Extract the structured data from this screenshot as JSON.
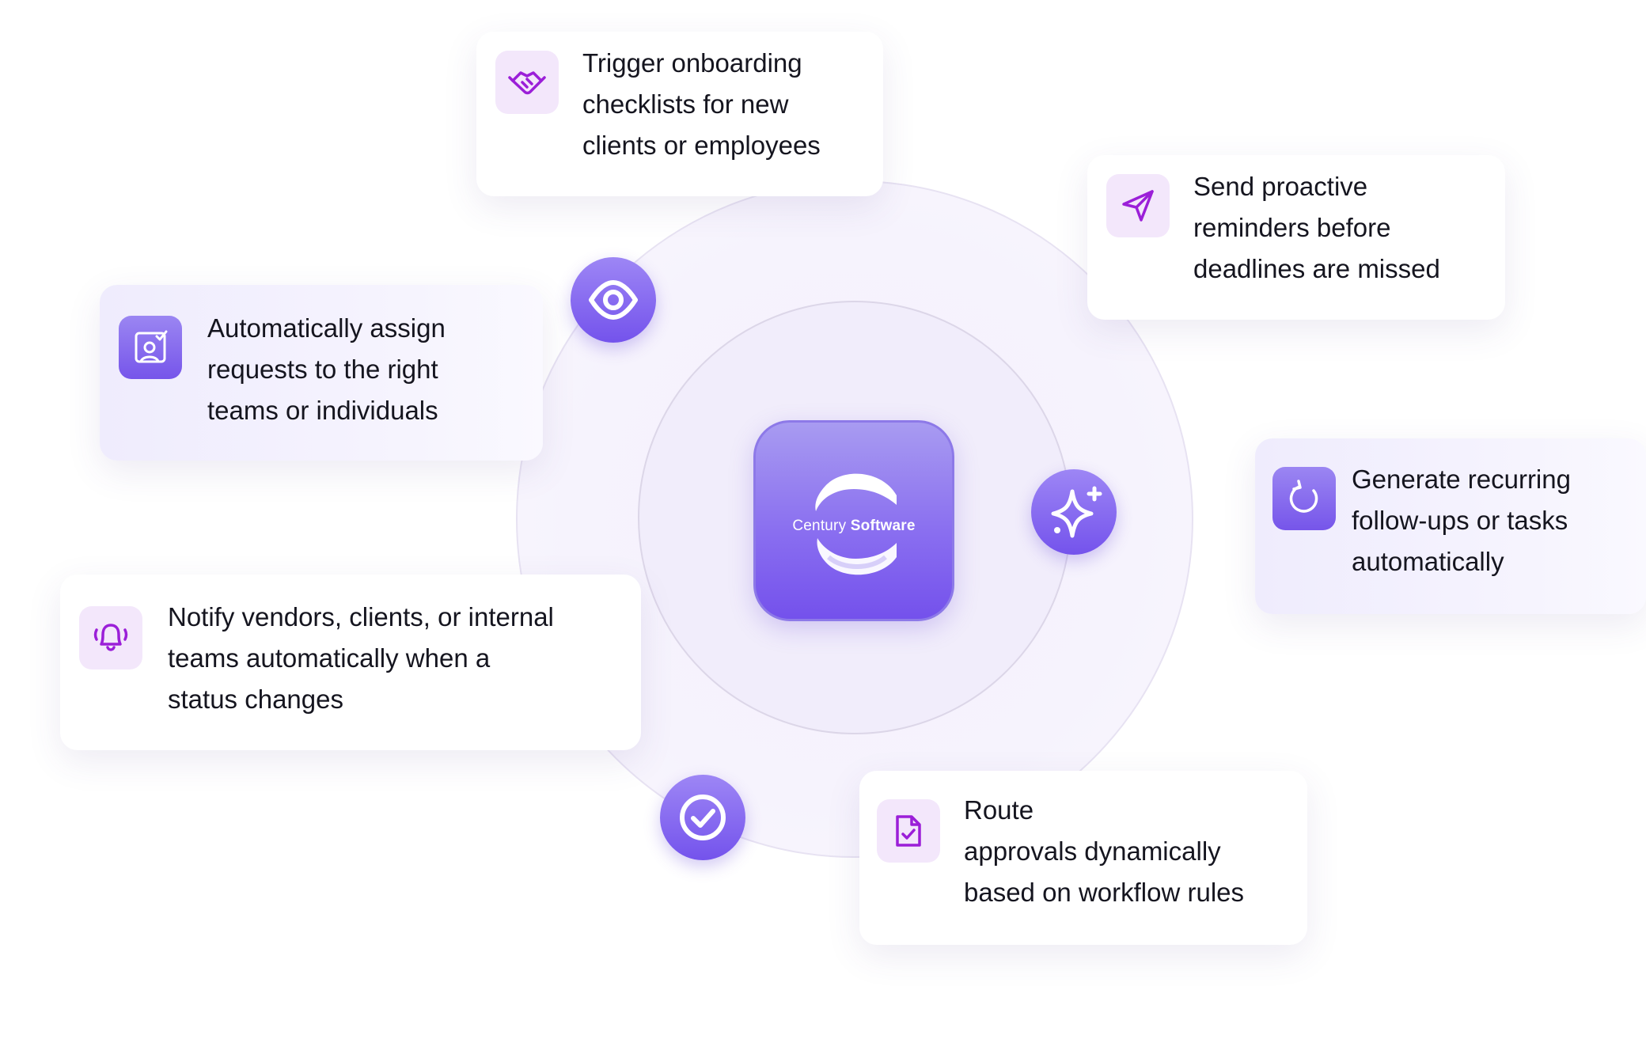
{
  "logo": {
    "brand_light": "Century",
    "brand_bold": "Software"
  },
  "orbit_icons": [
    "eye-icon",
    "sparkle-icon",
    "check-circle-icon"
  ],
  "cards": [
    {
      "id": "onboarding",
      "icon": "handshake-icon",
      "text": "Trigger onboarding\nchecklists for new\nclients or employees"
    },
    {
      "id": "reminders",
      "icon": "send-icon",
      "text": "Send proactive\nreminders before\ndeadlines are missed"
    },
    {
      "id": "assign",
      "icon": "user-assign-icon",
      "text": "Automatically assign\nrequests to the right\nteams or individuals"
    },
    {
      "id": "recurring",
      "icon": "refresh-icon",
      "text": "Generate recurring\nfollow-ups or tasks\nautomatically"
    },
    {
      "id": "notify",
      "icon": "bell-icon",
      "text": "Notify vendors, clients, or internal\nteams automatically when a\nstatus changes"
    },
    {
      "id": "approvals",
      "icon": "document-check-icon",
      "text": "Route\napprovals dynamically\nbased on workflow rules"
    }
  ],
  "colors": {
    "accent": "#7653ec",
    "icon_stroke": "#9b1fd8",
    "icon_bg": "#f3e7fb"
  }
}
